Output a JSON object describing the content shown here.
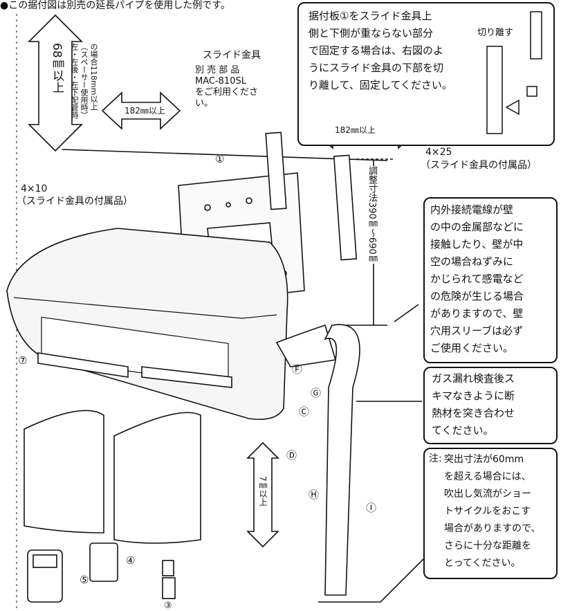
{
  "header_note": "●この据付図は別売の延長パイプを使用した例です。",
  "top_right_box": {
    "lines": [
      "据付板①をスライド金具上",
      "側と下側が重ならない部分",
      "で固定する場合は、右図のよ",
      "うにスライド金具の下部を切",
      "り離して、固定してください。"
    ]
  },
  "inset_cut_label": "切り離す",
  "clearance_top": {
    "value": "68㎜以上",
    "note": [
      "左・左後・左下配管時",
      "（スペーサー使用時）",
      "の場合118mm以上"
    ]
  },
  "clearance_left": "182㎜以上",
  "clearance_right": "182㎜以上",
  "slide_bracket": {
    "title": "スライド金具",
    "lines": [
      "別 売 部 品",
      "MAC-810SL",
      "をご利用くださ",
      "い。"
    ]
  },
  "screw_4x25": {
    "size": "4×25",
    "note": "（スライド金具の付属品）"
  },
  "screw_4x10": {
    "size": "4×10",
    "note": "（スライド金具の付属品）"
  },
  "adjust_dimension": "調整寸法390㎜～690㎜",
  "wire_warning_box": {
    "lines": [
      "内外接続電線が壁",
      "の中の金属部などに",
      "接触したり、壁が中",
      "空の場合ねずみに",
      "かじられて感電など",
      "の危険が生じる場合",
      "がありますので、壁",
      "穴用スリーブは必ず",
      "ご使用ください。"
    ]
  },
  "gas_box": {
    "lines": [
      "ガス漏れ検査後ス",
      "キマなきように断",
      "熱材を突き合わせ",
      "てください。"
    ]
  },
  "note_box": {
    "prefix": "注:",
    "lines": [
      "突出寸法が60mm",
      "を超える場合には、",
      "吹出し気流がショー",
      "トサイクルをおこす",
      "場合がありますので、",
      "さらに十分な距離を",
      "とってください。"
    ]
  },
  "clearance_bottom": "7㎜以上",
  "part_labels": {
    "p1": "①",
    "p3": "③",
    "p4": "④",
    "p5": "⑤",
    "p7": "⑦",
    "pC": "Ⓒ",
    "pD": "Ⓓ",
    "pF": "Ⓕ",
    "pG": "Ⓖ",
    "pH": "Ⓗ",
    "pI": "Ⓘ"
  }
}
